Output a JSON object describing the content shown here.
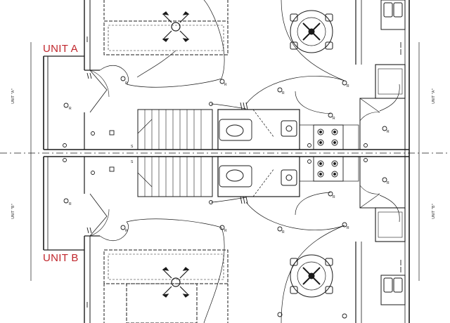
{
  "units": [
    {
      "id": "a",
      "label": "UNIT A"
    },
    {
      "id": "b",
      "label": "UNIT B"
    }
  ],
  "dimension_labels": {
    "left": "UNIT \"A\"",
    "left_lower": "UNIT \"B\"",
    "right": "UNIT \"A\"",
    "right_lower": "UNIT \"B\""
  },
  "symbols": {
    "receptacle": "R",
    "switch": "S"
  },
  "colors": {
    "linework": "#1a1a1a",
    "label": "#c0262c",
    "background": "#ffffff"
  }
}
